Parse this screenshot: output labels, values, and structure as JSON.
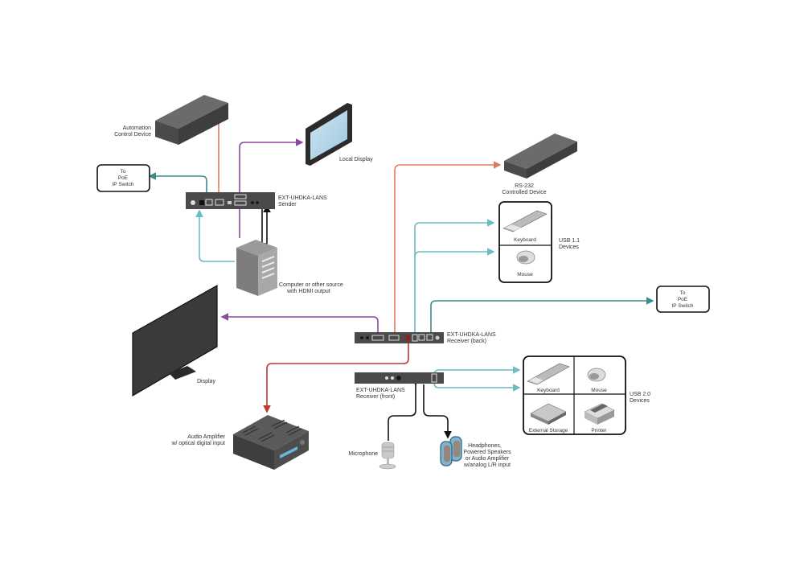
{
  "colors": {
    "hdmi": "#8b4a9c",
    "rs232": "#e07a5f",
    "usb": "#6bbcc4",
    "network": "#3d8a8a",
    "audio_digital": "#c0392b",
    "audio_analog": "#111111",
    "device_dark": "#4a4a4a"
  },
  "devices": {
    "automation": {
      "line1": "Automation",
      "line2": "Control Device"
    },
    "local_display": {
      "label": "Local Display"
    },
    "poe_left": {
      "line1": "To",
      "line2": "PoE",
      "line3": "IP Switch"
    },
    "sender": {
      "line1": "EXT-UHDKA-LANS",
      "line2": "Sender"
    },
    "computer": {
      "line1": "Computer or other source",
      "line2": "with HDMI output"
    },
    "rs232": {
      "line1": "RS-232",
      "line2": "Controlled Device"
    },
    "usb11": {
      "keyboard": "Keyboard",
      "mouse": "Mouse",
      "line1": "USB 1.1",
      "line2": "Devices"
    },
    "poe_right": {
      "line1": "To",
      "line2": "PoE",
      "line3": "IP Switch"
    },
    "receiver_back": {
      "line1": "EXT-UHDKA-LANS",
      "line2": "Receiver (back)"
    },
    "receiver_front": {
      "line1": "EXT-UHDKA-LANS",
      "line2": "Receiver (front)"
    },
    "display": {
      "label": "Display"
    },
    "usb20": {
      "keyboard": "Keyboard",
      "mouse": "Mouse",
      "storage": "External Storage",
      "printer": "Printer",
      "line1": "USB 2.0",
      "line2": "Devices"
    },
    "amplifier": {
      "line1": "Audio Amplifier",
      "line2": "w/ optical digital input"
    },
    "microphone": {
      "label": "Microphone"
    },
    "speakers": {
      "line1": "Headphones,",
      "line2": "Powered Speakers",
      "line3": "or Audio Amplifier",
      "line4": "w/analog L/R input"
    }
  }
}
